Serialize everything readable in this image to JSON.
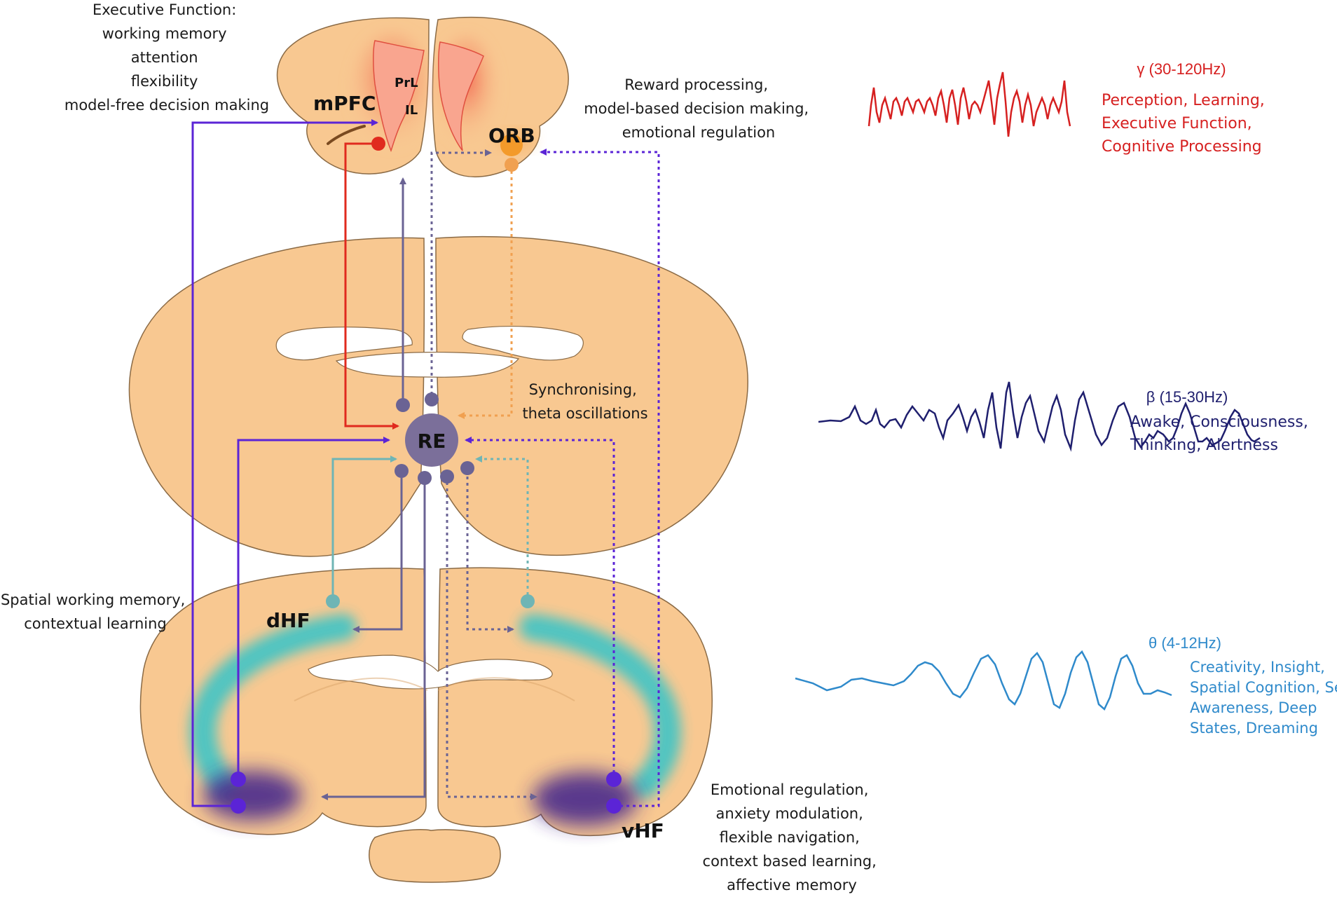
{
  "colors": {
    "brain_fill": "#F8C891",
    "brain_stroke": "#8a6a45",
    "mpfc": "#F8705C",
    "orb": "#F39A2A",
    "re": "#7B6F9A",
    "purple_line": "#5B24D6",
    "slate_line": "#6A6394",
    "teal_line": "#6FB5B5",
    "dhf_teal": "#3EC4C6",
    "vhf_purple": "#4A2A8C",
    "gamma": "#D62020",
    "beta": "#1F1F6E",
    "theta": "#2F8ACB"
  },
  "regions": {
    "mpfc": "mPFC",
    "prl": "PrL",
    "il": "IL",
    "orb": "ORB",
    "re": "RE",
    "dhf": "dHF",
    "vhf": "vHF"
  },
  "annotations": {
    "executive": [
      "Executive Function:",
      "working memory",
      "attention",
      "flexibility",
      "model-free decision making"
    ],
    "reward": [
      "Reward processing,",
      "model-based decision making,",
      "emotional regulation"
    ],
    "sync": [
      "Synchronising,",
      "theta oscillations"
    ],
    "spatial": [
      "Spatial working memory,",
      "contextual learning"
    ],
    "emotional": [
      "Emotional regulation,",
      "anxiety modulation,",
      "flexible navigation,",
      "context based learning,",
      "affective memory"
    ]
  },
  "waves": {
    "gamma": {
      "title": "γ (30-120Hz)",
      "desc": [
        "Perception, Learning,",
        "Executive Function,",
        "Cognitive Processing"
      ]
    },
    "beta": {
      "title": "β (15-30Hz)",
      "desc": [
        "Awake, Consciousness,",
        "Thinking, Alertness"
      ]
    },
    "theta": {
      "title": "θ (4-12Hz)",
      "desc": [
        "Creativity, Insight,",
        "Spatial Cognition, Self-",
        "Awareness, Deep",
        "States, Dreaming"
      ]
    }
  },
  "icons": {
    "arrowhead": "arrowhead-icon",
    "node": "circle-node-icon"
  }
}
